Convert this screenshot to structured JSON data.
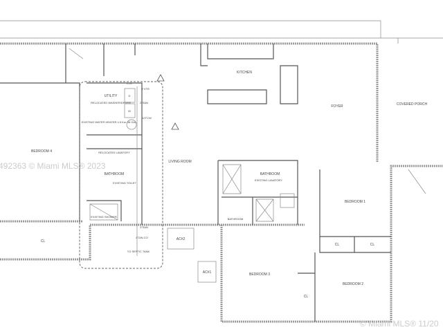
{
  "rooms": {
    "bedroom4": "BEDROOM 4",
    "cl_left": "CL",
    "utility": "UTILITY",
    "washer_dryer": "RELOCATED WASHER/DRYER",
    "water_heater": "EXISTING WATER HEATER 4.5 Kw. 38 GAL.",
    "relocated_lavatory": "RELOCATED LAVATORY",
    "bathroom_left": "BATHROOM",
    "existing_toilet": "EXISTING TOILET",
    "existing_shower": "EXISTING SHOWER",
    "living_room": "LIVING ROOM",
    "kitchen": "KITCHEN",
    "foyer": "FOYER",
    "covered_porch": "COVERED PORCH",
    "bedroom1": "BEDROOM 1",
    "cl_b1a": "CL",
    "cl_b1b": "CL",
    "bedroom2": "BEDROOM 2",
    "bedroom3": "BEDROOM 3",
    "cl_b3": "CL",
    "bathroom_mid": "BATHROOM",
    "bathroom_mid2": "BATHROOM",
    "existing_lavatory": "EXISTING LAVATORY",
    "ac2": "AC#2",
    "ac1": "AC#1",
    "dryer": "D",
    "washer": "W"
  },
  "plumbing": {
    "co": "C.O.",
    "vtr": "3\"VTR",
    "san2": "2\"SAN",
    "cw": "1/2\"CW",
    "san3": "3\"SAN",
    "dw_co": "4\"DW-CO",
    "septic": "TO SEPTIC TANK"
  },
  "watermarks": {
    "left": "492363 © Miami MLS® 2023",
    "bottom_right": "© Miami MLS® 11/20"
  }
}
